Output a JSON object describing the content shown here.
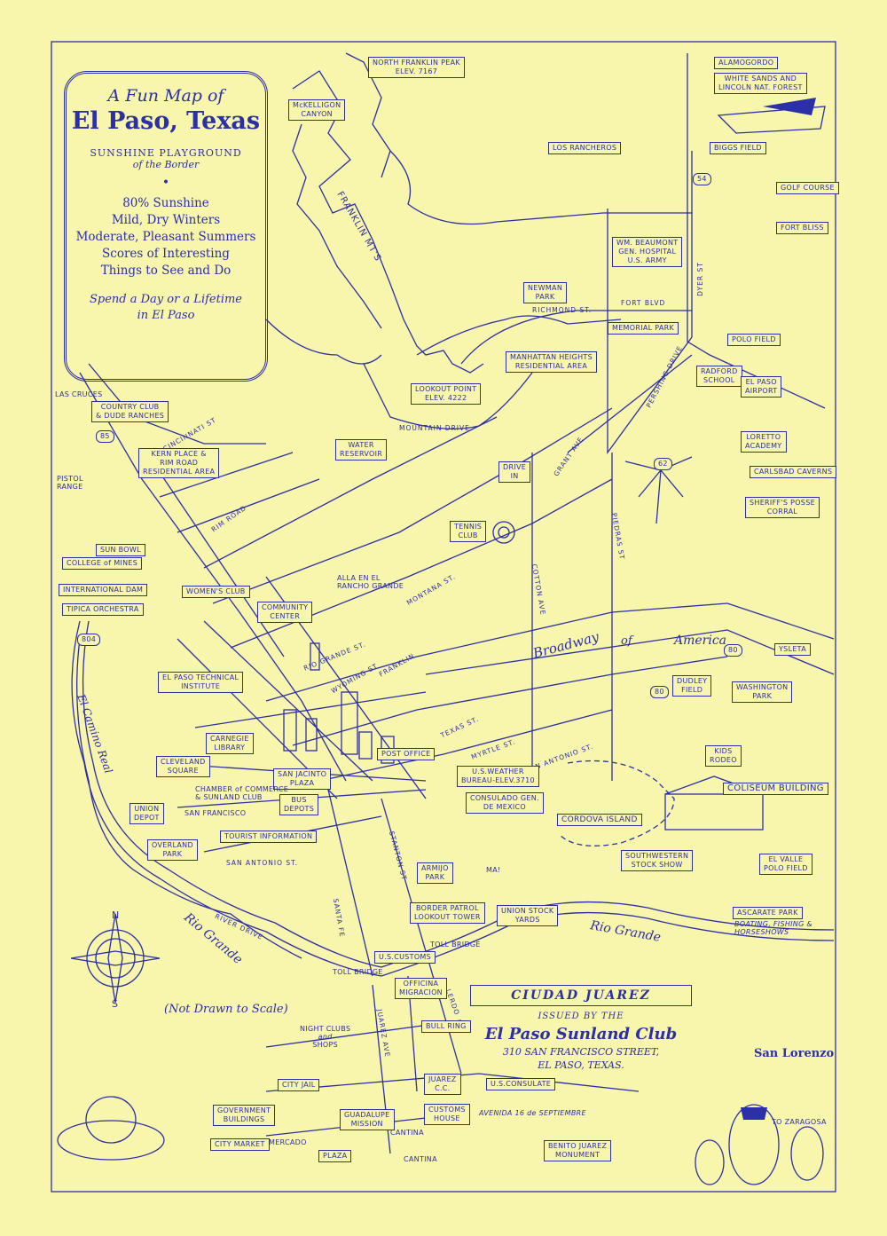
{
  "colors": {
    "ink": "#2b2fa8",
    "paper": "#f8f5ac"
  },
  "title_box": {
    "line1": "A Fun Map of",
    "line2": "El Paso, Texas",
    "line3": "SUNSHINE PLAYGROUND",
    "line4": "of the Border",
    "bullet": "•",
    "facts": [
      "80% Sunshine",
      "Mild, Dry Winters",
      "Moderate, Pleasant Summers",
      "Scores of Interesting",
      "Things to See and Do"
    ],
    "tagline1": "Spend a Day or a Lifetime",
    "tagline2": "in El Paso"
  },
  "issued": {
    "city": "CIUDAD JUAREZ",
    "issued_by": "ISSUED BY THE",
    "club": "El Paso Sunland Club",
    "address1": "310 SAN FRANCISCO STREET,",
    "address2": "EL PASO, TEXAS."
  },
  "not_to_scale": "(Not Drawn to Scale)",
  "san_lorenzo": "San Lorenzo",
  "to_zaragosa": "TO ZARAGOSA",
  "compass_n": "N",
  "compass_s": "S",
  "labels": {
    "north_franklin_peak": "NORTH FRANKLIN PEAK",
    "north_franklin_elev": "ELEV. 7167",
    "mckelligon": "McKELLIGON",
    "mckelligon2": "CANYON",
    "los_rancheros": "LOS RANCHEROS",
    "alamogordo": "ALAMOGORDO",
    "white_sands": "WHITE SANDS AND",
    "white_sands2": "LINCOLN NAT. FOREST",
    "biggs_field": "BIGGS FIELD",
    "golf_course": "GOLF COURSE",
    "fort_bliss": "FORT BLISS",
    "franklin_mts": "FRANKLIN MT'S",
    "beaumont1": "WM. BEAUMONT",
    "beaumont2": "GEN. HOSPITAL",
    "beaumont3": "U.S. ARMY",
    "newman_park": "NEWMAN",
    "newman_park2": "PARK",
    "fort_blvd": "FORT BLVD",
    "richmond_st": "RICHMOND ST.",
    "memorial_park": "MEMORIAL PARK",
    "polo_field": "POLO FIELD",
    "manhattan1": "MANHATTAN HEIGHTS",
    "manhattan2": "RESIDENTIAL AREA",
    "radford1": "RADFORD",
    "radford2": "SCHOOL",
    "el_paso_airport1": "EL PASO",
    "el_paso_airport2": "AIRPORT",
    "lookout1": "LOOKOUT POINT",
    "lookout2": "ELEV. 4222",
    "mountain_drive": "MOUNTAIN DRIVE",
    "loretto1": "LORETTO",
    "loretto2": "ACADEMY",
    "pershing_drive": "PERSHING DRIVE",
    "dyer_st": "DYER ST",
    "las_cruces": "LAS CRUCES",
    "country_club1": "COUNTRY CLUB",
    "country_club2": "& DUDE RANCHES",
    "cincinnati": "CINCINNATI ST",
    "kern1": "KERN PLACE &",
    "kern2": "RIM ROAD",
    "kern3": "RESIDENTIAL AREA",
    "water1": "WATER",
    "water2": "RESERVOIR",
    "drive_in1": "DRIVE",
    "drive_in2": "IN",
    "grant_ave": "GRANT AVE",
    "carlsbad": "CARLSBAD CAVERNS",
    "sheriffs1": "SHERIFF'S POSSE",
    "sheriffs2": "CORRAL",
    "pistol1": "PISTOL",
    "pistol2": "RANGE",
    "sun_bowl": "SUN BOWL",
    "college_mines": "COLLEGE of MINES",
    "rim_road": "RIM ROAD",
    "tennis1": "TENNIS",
    "tennis2": "CLUB",
    "cotton_ave": "COTTON AVE",
    "piedras_st": "PIEDRAS ST",
    "international_dam": "INTERNATIONAL DAM",
    "typica": "TIPICA ORCHESTRA",
    "womens_club": "WOMEN'S CLUB",
    "community1": "COMMUNITY",
    "community2": "CENTER",
    "alla_en": "ALLA EN EL",
    "alla_en2": "RANCHO GRANDE",
    "montana_st": "MONTANA ST.",
    "rio_grande_st": "RIO GRANDE ST.",
    "broadway": "Broadway",
    "of_america": "of",
    "of_america2": "America",
    "ysleta": "YSLETA",
    "el_paso_tech1": "EL PASO TECHNICAL",
    "el_paso_tech2": "INSTITUTE",
    "wyoming_st": "WYOMING ST",
    "franklin_st": "FRANKLIN",
    "texas_st": "TEXAS ST.",
    "dudley1": "DUDLEY",
    "dudley2": "FIELD",
    "washington1": "WASHINGTON",
    "washington2": "PARK",
    "carnegie1": "CARNEGIE",
    "carnegie2": "LIBRARY",
    "myrtle_st": "MYRTLE ST.",
    "cleveland1": "CLEVELAND",
    "cleveland2": "SQUARE",
    "post_office": "POST OFFICE",
    "kids_rodeo1": "KIDS",
    "kids_rodeo2": "RODEO",
    "san_antonio_st": "SAN ANTONIO ST.",
    "san_jacinto1": "SAN JACINTO",
    "san_jacinto2": "PLAZA",
    "weather1": "U.S.WEATHER",
    "weather2": "BUREAU-ELEV.3710",
    "chamber1": "CHAMBER of COMMERCE",
    "chamber2": "& SUNLAND CLUB",
    "bus1": "BUS",
    "bus2": "DEPOTS",
    "union1": "UNION",
    "union2": "DEPOT",
    "san_francisco": "SAN FRANCISCO",
    "coliseum": "COLISEUM BUILDING",
    "consulado1": "CONSULADO GEN.",
    "consulado2": "DE MEXICO",
    "cordova": "CORDOVA ISLAND",
    "tourist": "TOURIST INFORMATION",
    "overland1": "OVERLAND",
    "overland2": "PARK",
    "el_camino": "El Camino Real",
    "san_antonio_st2": "SAN ANTONIO ST.",
    "stanton_st": "STANTON ST",
    "armijo1": "ARMIJO",
    "armijo2": "PARK",
    "southwestern1": "SOUTHWESTERN",
    "southwestern2": "STOCK SHOW",
    "el_valle1": "EL VALLE",
    "el_valle2": "POLO FIELD",
    "santa_fe": "SANTA FE",
    "border1": "BORDER PATROL",
    "border2": "LOOKOUT TOWER",
    "union_stock1": "UNION STOCK",
    "union_stock2": "YARDS",
    "ascarate": "ASCARATE PARK",
    "ascarate2": "BOATING, FISHING &",
    "ascarate3": "HORSESHOWS",
    "river_drive": "RIVER DRIVE",
    "rio_grande": "Rio Grande",
    "rio_grande2": "Rio Grande",
    "toll_bridge": "TOLL BRIDGE",
    "toll_bridge2": "TOLL BRIDGE",
    "us_customs": "U.S.CUSTOMS",
    "oficina1": "OFFICINA",
    "oficina2": "MIGRACION",
    "night_clubs": "NIGHT CLUBS",
    "night_clubs2": "and",
    "night_clubs3": "SHOPS",
    "juarez_ave": "JUAREZ AVE",
    "lerdo": "LERDO",
    "bull_ring": "BULL RING",
    "city_jail": "CITY JAIL",
    "juarez_cc": "JUAREZ",
    "juarez_cc2": "C.C.",
    "us_consulate": "U.S.CONSULATE",
    "government1": "GOVERNMENT",
    "government2": "BUILDINGS",
    "guadalupe1": "GUADALUPE",
    "guadalupe2": "MISSION",
    "cantina": "CANTINA",
    "avenida": "AVENIDA 16 de SEPTIEMBRE",
    "customs_house1": "CUSTOMS",
    "customs_house2": "HOUSE",
    "city_market": "CITY MARKET",
    "mercado": "MERCADO",
    "plaza": "PLAZA",
    "benito1": "BENITO JUAREZ",
    "benito2": "MONUMENT",
    "cantina2": "CANTINA",
    "ma": "MA!",
    "route_54": "54",
    "route_62": "62",
    "route_80": "80",
    "route_85": "85",
    "route_80b": "80",
    "route_804": "804"
  }
}
